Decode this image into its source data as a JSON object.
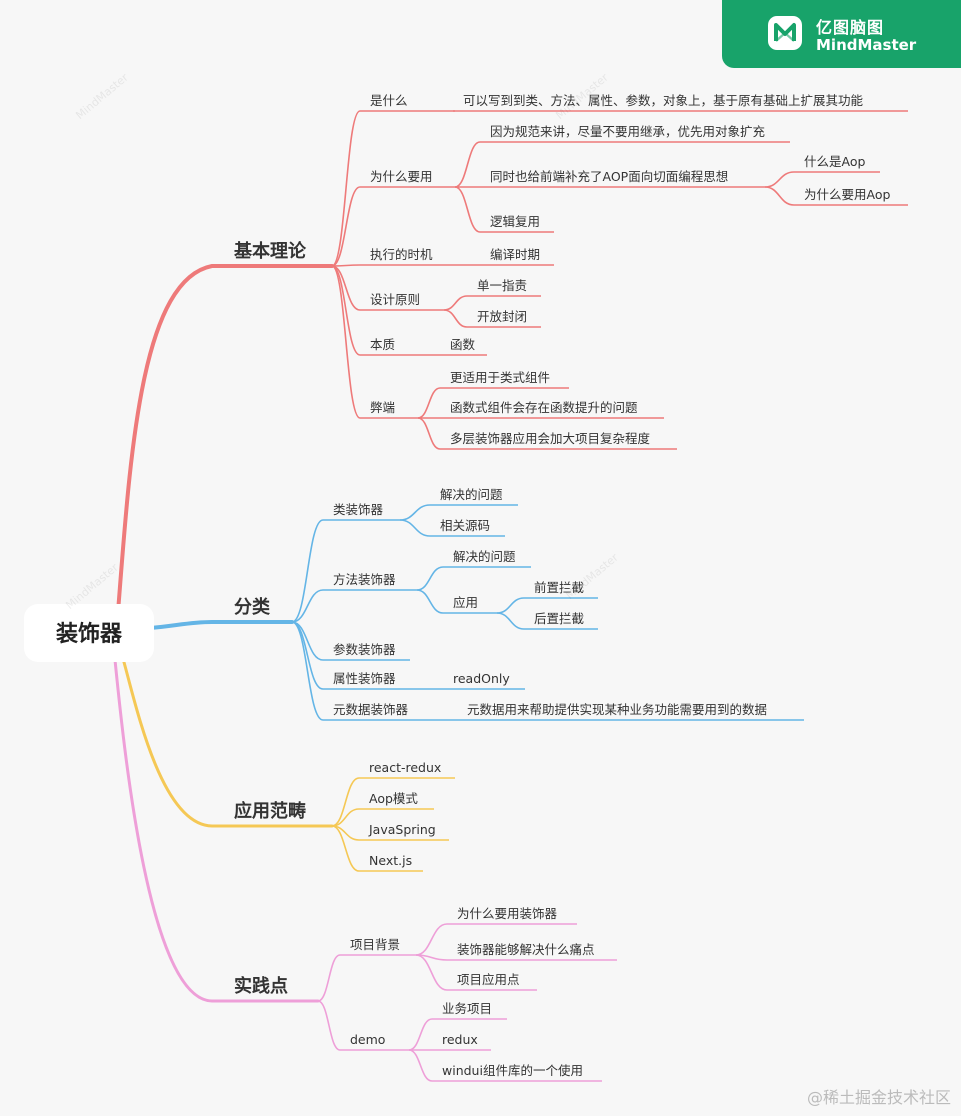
{
  "brand": {
    "name_cn": "亿图脑图",
    "name_en": "MindMaster",
    "icon": "mindmaster-logo-icon",
    "color": "#18a36a"
  },
  "credit": "@稀土掘金技术社区",
  "colors": {
    "red": "#ee7a7a",
    "blue": "#64b5e6",
    "yellow": "#f5c855",
    "pink": "#ee9fd8"
  },
  "root": "装饰器",
  "branches": [
    {
      "label": "基本理论",
      "color": "red",
      "children": [
        {
          "label": "是什么",
          "children": [
            {
              "label": "可以写到到类、方法、属性、参数，对象上，基于原有基础上扩展其功能"
            }
          ]
        },
        {
          "label": "为什么要用",
          "children": [
            {
              "label": "因为规范来讲，尽量不要用继承，优先用对象扩充"
            },
            {
              "label": "同时也给前端补充了AOP面向切面编程思想",
              "children": [
                {
                  "label": "什么是Aop"
                },
                {
                  "label": "为什么要用Aop"
                }
              ]
            },
            {
              "label": "逻辑复用"
            }
          ]
        },
        {
          "label": "执行的时机",
          "children": [
            {
              "label": "编译时期"
            }
          ]
        },
        {
          "label": "设计原则",
          "children": [
            {
              "label": "单一指责"
            },
            {
              "label": "开放封闭"
            }
          ]
        },
        {
          "label": "本质",
          "children": [
            {
              "label": "函数"
            }
          ]
        },
        {
          "label": "弊端",
          "children": [
            {
              "label": "更适用于类式组件"
            },
            {
              "label": "函数式组件会存在函数提升的问题"
            },
            {
              "label": "多层装饰器应用会加大项目复杂程度"
            }
          ]
        }
      ]
    },
    {
      "label": "分类",
      "color": "blue",
      "children": [
        {
          "label": "类装饰器",
          "children": [
            {
              "label": "解决的问题"
            },
            {
              "label": "相关源码"
            }
          ]
        },
        {
          "label": "方法装饰器",
          "children": [
            {
              "label": "解决的问题"
            },
            {
              "label": "应用",
              "children": [
                {
                  "label": "前置拦截"
                },
                {
                  "label": "后置拦截"
                }
              ]
            }
          ]
        },
        {
          "label": "参数装饰器"
        },
        {
          "label": "属性装饰器",
          "children": [
            {
              "label": "readOnly"
            }
          ]
        },
        {
          "label": "元数据装饰器",
          "children": [
            {
              "label": "元数据用来帮助提供实现某种业务功能需要用到的数据"
            }
          ]
        }
      ]
    },
    {
      "label": "应用范畴",
      "color": "yellow",
      "children": [
        {
          "label": "react-redux"
        },
        {
          "label": "Aop模式"
        },
        {
          "label": "JavaSpring"
        },
        {
          "label": "Next.js"
        }
      ]
    },
    {
      "label": "实践点",
      "color": "pink",
      "children": [
        {
          "label": "项目背景",
          "children": [
            {
              "label": "为什么要用装饰器"
            },
            {
              "label": "装饰器能够解决什么痛点"
            },
            {
              "label": "项目应用点"
            }
          ]
        },
        {
          "label": "demo",
          "children": [
            {
              "label": "业务项目"
            },
            {
              "label": "redux"
            },
            {
              "label": "windui组件库的一个使用"
            }
          ]
        }
      ]
    }
  ]
}
